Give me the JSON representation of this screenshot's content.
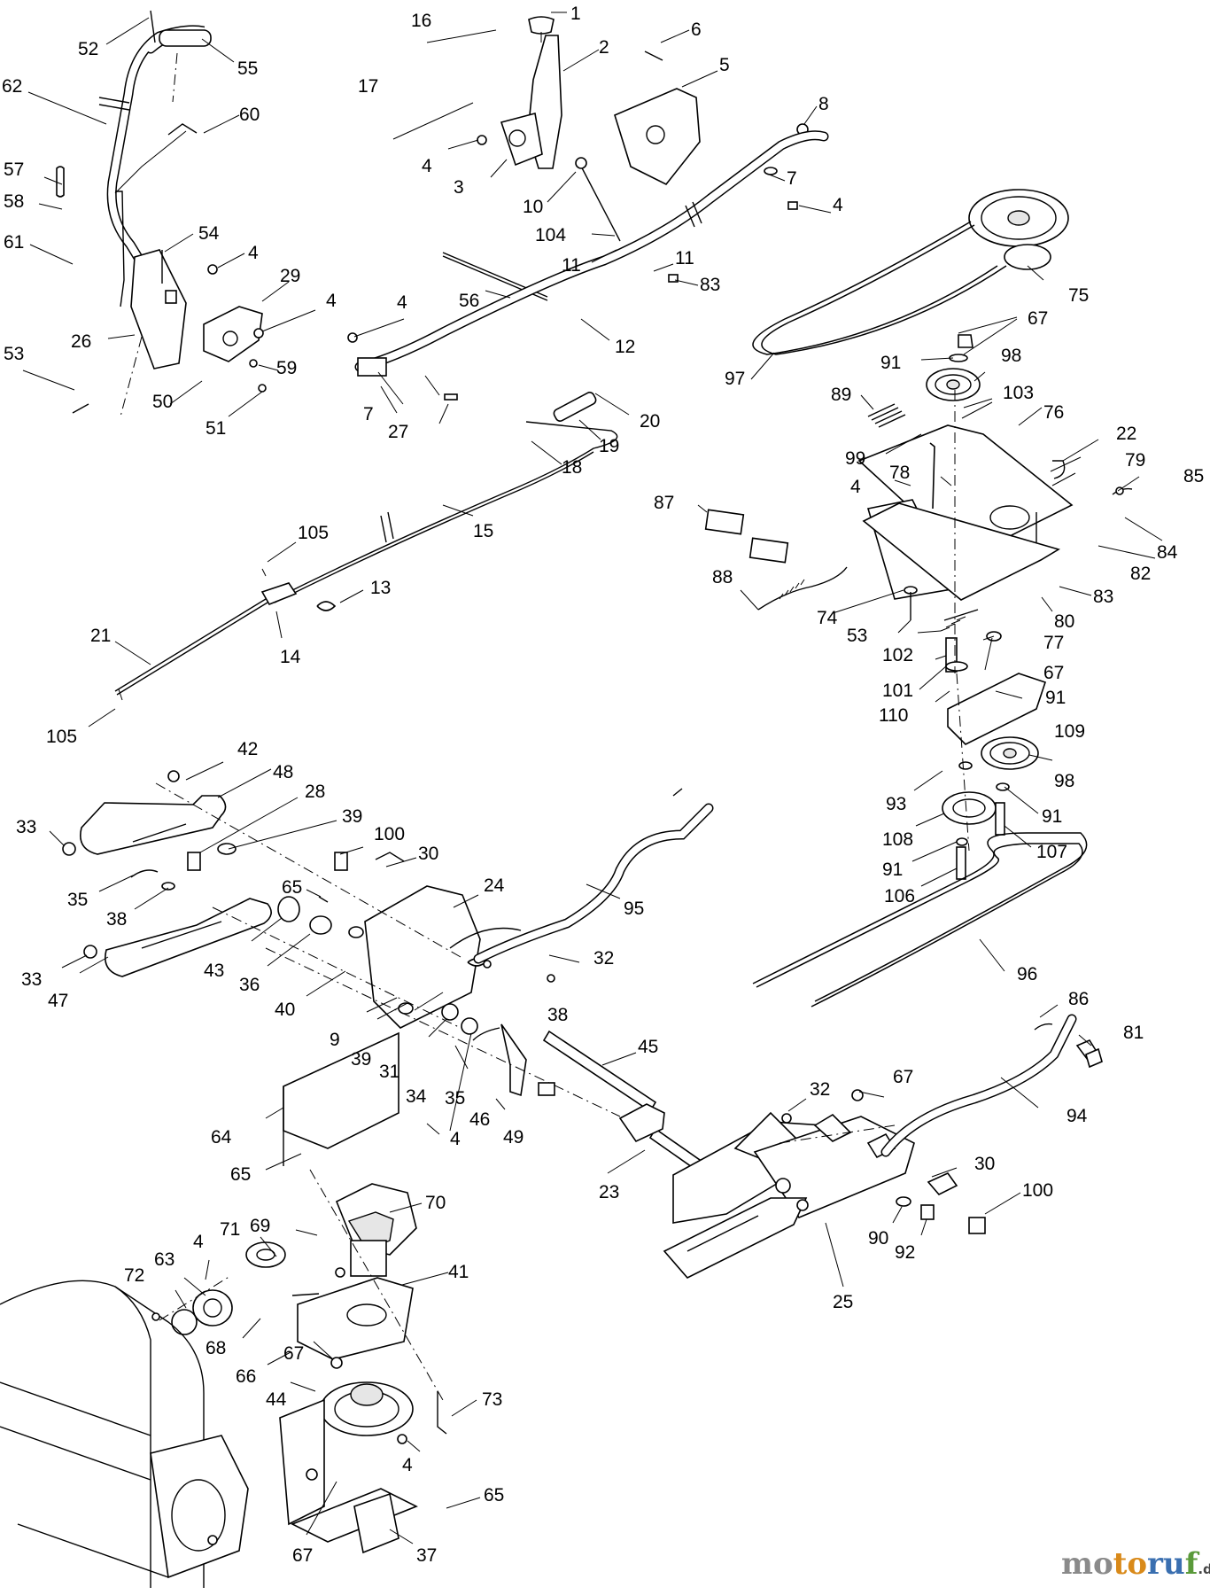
{
  "labels": [
    {
      "id": "l1",
      "text": "1"
    },
    {
      "id": "l2",
      "text": "2"
    },
    {
      "id": "l6",
      "text": "6"
    },
    {
      "id": "l5",
      "text": "5"
    },
    {
      "id": "l16",
      "text": "16"
    },
    {
      "id": "l17",
      "text": "17"
    },
    {
      "id": "l4a",
      "text": "4"
    },
    {
      "id": "l3",
      "text": "3"
    },
    {
      "id": "l8",
      "text": "8"
    },
    {
      "id": "l7a",
      "text": "7"
    },
    {
      "id": "l4b",
      "text": "4"
    },
    {
      "id": "l10",
      "text": "10"
    },
    {
      "id": "l104",
      "text": "104"
    },
    {
      "id": "l11a",
      "text": "11"
    },
    {
      "id": "l11b",
      "text": "11"
    },
    {
      "id": "l83a",
      "text": "83"
    },
    {
      "id": "l56",
      "text": "56"
    },
    {
      "id": "l12",
      "text": "12"
    },
    {
      "id": "l4c",
      "text": "4"
    },
    {
      "id": "l7b",
      "text": "7"
    },
    {
      "id": "l27",
      "text": "27"
    },
    {
      "id": "l52",
      "text": "52"
    },
    {
      "id": "l55",
      "text": "55"
    },
    {
      "id": "l62",
      "text": "62"
    },
    {
      "id": "l60",
      "text": "60"
    },
    {
      "id": "l57",
      "text": "57"
    },
    {
      "id": "l58",
      "text": "58"
    },
    {
      "id": "l61",
      "text": "61"
    },
    {
      "id": "l54",
      "text": "54"
    },
    {
      "id": "l4d",
      "text": "4"
    },
    {
      "id": "l29",
      "text": "29"
    },
    {
      "id": "l4e",
      "text": "4"
    },
    {
      "id": "l26",
      "text": "26"
    },
    {
      "id": "l53a",
      "text": "53"
    },
    {
      "id": "l50",
      "text": "50"
    },
    {
      "id": "l59",
      "text": "59"
    },
    {
      "id": "l51",
      "text": "51"
    },
    {
      "id": "l20",
      "text": "20"
    },
    {
      "id": "l19",
      "text": "19"
    },
    {
      "id": "l18",
      "text": "18"
    },
    {
      "id": "l15",
      "text": "15"
    },
    {
      "id": "l105a",
      "text": "105"
    },
    {
      "id": "l13",
      "text": "13"
    },
    {
      "id": "l14",
      "text": "14"
    },
    {
      "id": "l21",
      "text": "21"
    },
    {
      "id": "l105b",
      "text": "105"
    },
    {
      "id": "l75",
      "text": "75"
    },
    {
      "id": "l67a",
      "text": "67"
    },
    {
      "id": "l91a",
      "text": "91"
    },
    {
      "id": "l98a",
      "text": "98"
    },
    {
      "id": "l97",
      "text": "97"
    },
    {
      "id": "l89",
      "text": "89"
    },
    {
      "id": "l103",
      "text": "103"
    },
    {
      "id": "l76",
      "text": "76"
    },
    {
      "id": "l22",
      "text": "22"
    },
    {
      "id": "l99",
      "text": "99"
    },
    {
      "id": "l79",
      "text": "79"
    },
    {
      "id": "l85",
      "text": "85"
    },
    {
      "id": "l4f",
      "text": "4"
    },
    {
      "id": "l78",
      "text": "78"
    },
    {
      "id": "l87",
      "text": "87"
    },
    {
      "id": "l84",
      "text": "84"
    },
    {
      "id": "l82",
      "text": "82"
    },
    {
      "id": "l88",
      "text": "88"
    },
    {
      "id": "l83b",
      "text": "83"
    },
    {
      "id": "l74",
      "text": "74"
    },
    {
      "id": "l80",
      "text": "80"
    },
    {
      "id": "l53b",
      "text": "53"
    },
    {
      "id": "l102",
      "text": "102"
    },
    {
      "id": "l77",
      "text": "77"
    },
    {
      "id": "l67b",
      "text": "67"
    },
    {
      "id": "l101",
      "text": "101"
    },
    {
      "id": "l91b",
      "text": "91"
    },
    {
      "id": "l110",
      "text": "110"
    },
    {
      "id": "l109",
      "text": "109"
    },
    {
      "id": "l98b",
      "text": "98"
    },
    {
      "id": "l93",
      "text": "93"
    },
    {
      "id": "l91c",
      "text": "91"
    },
    {
      "id": "l108",
      "text": "108"
    },
    {
      "id": "l107",
      "text": "107"
    },
    {
      "id": "l91d",
      "text": "91"
    },
    {
      "id": "l106",
      "text": "106"
    },
    {
      "id": "l42",
      "text": "42"
    },
    {
      "id": "l48",
      "text": "48"
    },
    {
      "id": "l28",
      "text": "28"
    },
    {
      "id": "l39a",
      "text": "39"
    },
    {
      "id": "l33a",
      "text": "33"
    },
    {
      "id": "l100a",
      "text": "100"
    },
    {
      "id": "l30a",
      "text": "30"
    },
    {
      "id": "l24",
      "text": "24"
    },
    {
      "id": "l35a",
      "text": "35"
    },
    {
      "id": "l38a",
      "text": "38"
    },
    {
      "id": "l65a",
      "text": "65"
    },
    {
      "id": "l95",
      "text": "95"
    },
    {
      "id": "l33b",
      "text": "33"
    },
    {
      "id": "l43",
      "text": "43"
    },
    {
      "id": "l47",
      "text": "47"
    },
    {
      "id": "l36",
      "text": "36"
    },
    {
      "id": "l32a",
      "text": "32"
    },
    {
      "id": "l40",
      "text": "40"
    },
    {
      "id": "l96",
      "text": "96"
    },
    {
      "id": "l9",
      "text": "9"
    },
    {
      "id": "l38b",
      "text": "38"
    },
    {
      "id": "l39b",
      "text": "39"
    },
    {
      "id": "l31",
      "text": "31"
    },
    {
      "id": "l45",
      "text": "45"
    },
    {
      "id": "l86",
      "text": "86"
    },
    {
      "id": "l81",
      "text": "81"
    },
    {
      "id": "l34",
      "text": "34"
    },
    {
      "id": "l35b",
      "text": "35"
    },
    {
      "id": "l32b",
      "text": "32"
    },
    {
      "id": "l67c",
      "text": "67"
    },
    {
      "id": "l46",
      "text": "46"
    },
    {
      "id": "l49",
      "text": "49"
    },
    {
      "id": "l94",
      "text": "94"
    },
    {
      "id": "l64",
      "text": "64"
    },
    {
      "id": "l4g",
      "text": "4"
    },
    {
      "id": "l65b",
      "text": "65"
    },
    {
      "id": "l30b",
      "text": "30"
    },
    {
      "id": "l23",
      "text": "23"
    },
    {
      "id": "l100b",
      "text": "100"
    },
    {
      "id": "l70",
      "text": "70"
    },
    {
      "id": "l69",
      "text": "69"
    },
    {
      "id": "l71",
      "text": "71"
    },
    {
      "id": "l90",
      "text": "90"
    },
    {
      "id": "l92",
      "text": "92"
    },
    {
      "id": "l4h",
      "text": "4"
    },
    {
      "id": "l63",
      "text": "63"
    },
    {
      "id": "l25",
      "text": "25"
    },
    {
      "id": "l72",
      "text": "72"
    },
    {
      "id": "l41",
      "text": "41"
    },
    {
      "id": "l68",
      "text": "68"
    },
    {
      "id": "l67d",
      "text": "67"
    },
    {
      "id": "l66",
      "text": "66"
    },
    {
      "id": "l44",
      "text": "44"
    },
    {
      "id": "l73",
      "text": "73"
    },
    {
      "id": "l4i",
      "text": "4"
    },
    {
      "id": "l65c",
      "text": "65"
    },
    {
      "id": "l67e",
      "text": "67"
    },
    {
      "id": "l37",
      "text": "37"
    }
  ],
  "brand": {
    "p1": "mo",
    "p2": "to",
    "p3": "ru",
    "p4": "f",
    "tld": ".de"
  }
}
